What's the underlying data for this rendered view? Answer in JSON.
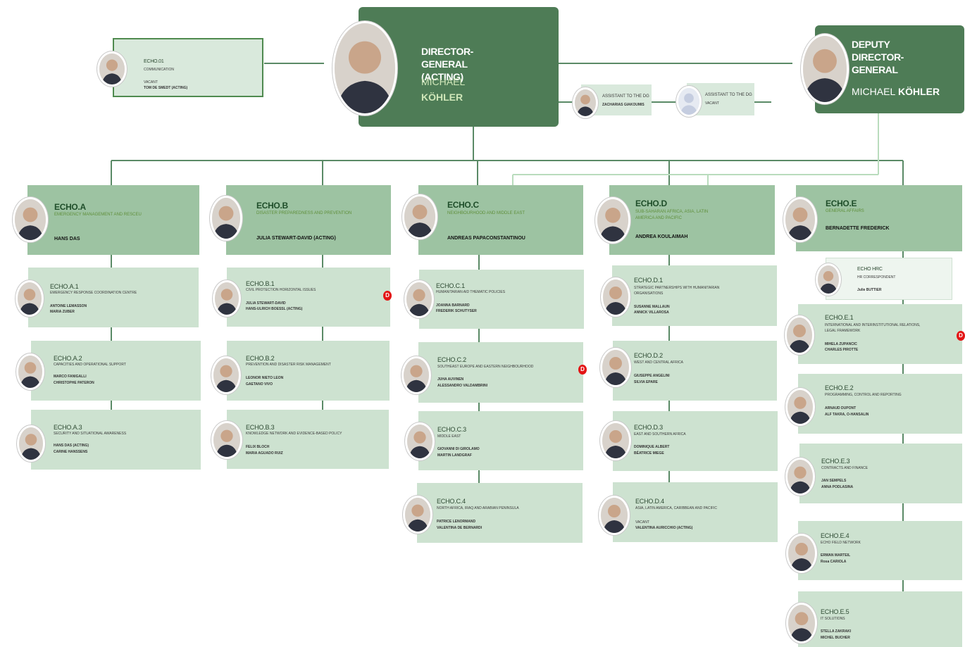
{
  "dg": {
    "title": "DIRECTOR-GENERAL (ACTING)",
    "name_first": "MICHAEL",
    "name_last": "KÖHLER"
  },
  "ddg": {
    "title": "DEPUTY DIRECTOR-GENERAL",
    "name_first": "MICHAEL",
    "name_last": "KÖHLER"
  },
  "comm": {
    "code": "ECHO.01",
    "sub": "COMMUNICATION",
    "p1": "VACANT",
    "p2": "TOM DE SMEDT (ACTING)"
  },
  "assist1": {
    "title": "ASSISTANT TO THE DG",
    "person": "ZACHARIAS GIAKOUMIS"
  },
  "assist2": {
    "title": "ASSISTANT TO THE DG",
    "person": "VACANT"
  },
  "hrc": {
    "code": "ECHO HRC",
    "sub": "HR CORRESPONDENT",
    "person": "Julie BUTTIER"
  },
  "badge_label": "D",
  "directorates": [
    {
      "code": "ECHO.A",
      "sub": "EMERGENCY MANAGEMENT AND RESCEU",
      "head": "HANS DAS",
      "units": [
        {
          "code": "ECHO.A.1",
          "sub": "EMERGENCY RESPONSE COORDINATION CENTRE",
          "p1": "ANTOINE LEMASSON",
          "p2": "MARIA ZUBER"
        },
        {
          "code": "ECHO.A.2",
          "sub": "CAPACITIES AND OPERATIONAL SUPPORT",
          "p1": "MARCO FANIGALLI",
          "p2": "CHRISTOPHE PATERON"
        },
        {
          "code": "ECHO.A.3",
          "sub": "SECURITY AND SITUATIONAL AWARENESS",
          "p1": "HANS DAS (ACTING)",
          "p2": "CARINE HANSSENS"
        }
      ]
    },
    {
      "code": "ECHO.B",
      "sub": "DISASTER PREPAREDNESS AND PREVENTION",
      "head": "JULIA STEWART-DAVID (ACTING)",
      "units": [
        {
          "code": "ECHO.B.1",
          "sub": "CIVIL PROTECTION HORIZONTAL ISSUES",
          "p1": "JULIA STEWART-DAVID",
          "p2": "HANS-ULRICH BOESSL (ACTING)"
        },
        {
          "code": "ECHO.B.2",
          "sub": "PREVENTION AND DISASTER RISK MANAGEMENT",
          "p1": "LEONOR NIETO LEON",
          "p2": "GAETANO VIVO"
        },
        {
          "code": "ECHO.B.3",
          "sub": "KNOWLEDGE NETWORK AND EVIDENCE-BASED POLICY",
          "p1": "FELIX BLOCH",
          "p2": "MARIA AGUADO RUIZ"
        }
      ]
    },
    {
      "code": "ECHO.C",
      "sub": "NEIGHBOURHOOD AND MIDDLE EAST",
      "head": "ANDREAS PAPACONSTANTINOU",
      "units": [
        {
          "code": "ECHO.C.1",
          "sub": "HUMANITARIAN AID THEMATIC POLICIES",
          "p1": "JOANNA BARNARD",
          "p2": "FREDERIK SCHUTYSER"
        },
        {
          "code": "ECHO.C.2",
          "sub": "SOUTHEAST EUROPE AND EASTERN NEIGHBOURHOOD",
          "p1": "JUHA AUVINEN",
          "p2": "ALESSANDRO VALDAMBRINI"
        },
        {
          "code": "ECHO.C.3",
          "sub": "MIDDLE EAST",
          "p1": "GIOVANNI DI GIROLAMO",
          "p2": "MARTIN LANDGRAF"
        },
        {
          "code": "ECHO.C.4",
          "sub": "NORTH AFRICA, IRAQ AND ARABIAN PENINSULA",
          "p1": "PATRICE LENORMAND",
          "p2": "VALENTINA DE BERNARDI"
        }
      ]
    },
    {
      "code": "ECHO.D",
      "sub": "SUB-SAHARAN AFRICA, ASIA, LATIN AMERICA AND PACIFIC",
      "head": "ANDREA KOULAIMAH",
      "units": [
        {
          "code": "ECHO.D.1",
          "sub": "STRATEGIC PARTNERSHIPS WITH HUMANITARIAN ORGANISATIONS",
          "p1": "SUSANNE MALLAUN",
          "p2": "ANNICK VILLAROSA"
        },
        {
          "code": "ECHO.D.2",
          "sub": "WEST AND CENTRAL AFRICA",
          "p1": "GIUSEPPE ANGELINI",
          "p2": "SILVIA EPARE"
        },
        {
          "code": "ECHO.D.3",
          "sub": "EAST AND SOUTHERN AFRICA",
          "p1": "DOMINIQUE ALBERT",
          "p2": "BÉATRICE MIEGE"
        },
        {
          "code": "ECHO.D.4",
          "sub": "ASIA, LATIN AMERICA, CARIBBEAN AND PACIFIC",
          "p1": "VACANT",
          "p2": "VALENTINA AURICCHIO (ACTING)"
        }
      ]
    },
    {
      "code": "ECHO.E",
      "sub": "GENERAL AFFAIRS",
      "head": "BERNADETTE FREDERICK",
      "units": [
        {
          "code": "ECHO.E.1",
          "sub": "INTERNATIONAL AND INTERINSTITUTIONAL RELATIONS, LEGAL FRAMEWORK",
          "p1": "MIHELA ZUPANCIC",
          "p2": "CHARLES PIROTTE"
        },
        {
          "code": "ECHO.E.2",
          "sub": "PROGRAMMING, CONTROL AND REPORTING",
          "p1": "ARNAUD DUPONT",
          "p2": "ALF TAKRA, O-HANSALIN"
        },
        {
          "code": "ECHO.E.3",
          "sub": "CONTRACTS AND FINANCE",
          "p1": "JAN SEMPELS",
          "p2": "ANNA PODLASINA"
        },
        {
          "code": "ECHO.E.4",
          "sub": "ECHO FIELD NETWORK",
          "p1": "ERWAN MARTEIL",
          "p2": "Rosa CARIOLA"
        },
        {
          "code": "ECHO.E.5",
          "sub": "IT SOLUTIONS",
          "p1": "STELLA ZAKRAKI",
          "p2": "MICHEL BUCHER"
        }
      ]
    }
  ]
}
